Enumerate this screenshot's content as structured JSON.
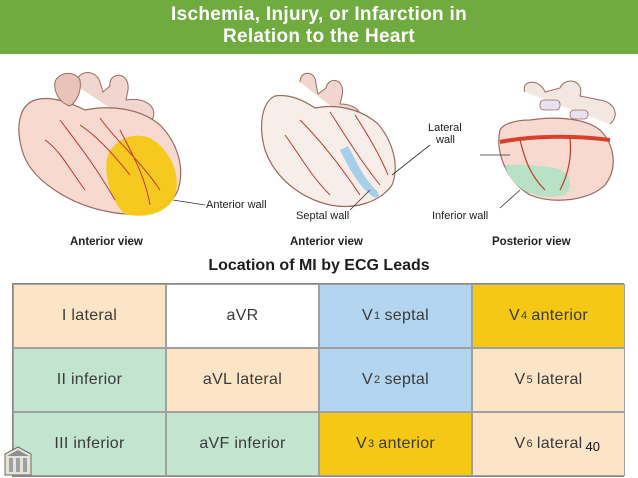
{
  "header": {
    "title_line1": "Ischemia, Injury, or Infarction in",
    "title_line2": "Relation to the Heart"
  },
  "figure": {
    "labels": {
      "anterior_wall": "Anterior wall",
      "septal_wall": "Septal wall",
      "lateral_wall_line1": "Lateral",
      "lateral_wall_line2": "wall",
      "inferior_wall": "Inferior wall"
    },
    "views": [
      "Anterior view",
      "Anterior view",
      "Posterior view"
    ]
  },
  "section_title": "Location of MI by ECG Leads",
  "table": {
    "rows": [
      [
        {
          "pre": "I lateral",
          "sub": "",
          "post": "",
          "color": "#fbe5c6"
        },
        {
          "pre": "aVR",
          "sub": "",
          "post": "",
          "color": "#ffffff"
        },
        {
          "pre": "V",
          "sub": "1",
          "post": "septal",
          "color": "#b3d5ef"
        },
        {
          "pre": "V",
          "sub": "4",
          "post": "anterior",
          "color": "#f6c816"
        }
      ],
      [
        {
          "pre": "II inferior",
          "sub": "",
          "post": "",
          "color": "#c3e4cf"
        },
        {
          "pre": "aVL lateral",
          "sub": "",
          "post": "",
          "color": "#fbe5c6"
        },
        {
          "pre": "V",
          "sub": "2",
          "post": "septal",
          "color": "#b3d5ef"
        },
        {
          "pre": "V",
          "sub": "5",
          "post": "lateral",
          "color": "#fbe5c6"
        }
      ],
      [
        {
          "pre": "III inferior",
          "sub": "",
          "post": "",
          "color": "#c3e4cf"
        },
        {
          "pre": "aVF inferior",
          "sub": "",
          "post": "",
          "color": "#c3e4cf"
        },
        {
          "pre": "V",
          "sub": "3",
          "post": "anterior",
          "color": "#f6c816"
        },
        {
          "pre": "V",
          "sub": "6",
          "post": "lateral",
          "color": "#fbe5c6"
        }
      ]
    ]
  },
  "page_number": "40",
  "colors": {
    "header_bg": "#6fab3e",
    "anterior": "#f6c816",
    "septal": "#b3d5ef",
    "lateral": "#fbe5c6",
    "inferior": "#c3e4cf",
    "heart_muscle": "#f7d9cf",
    "vessel": "#c03a2b"
  }
}
